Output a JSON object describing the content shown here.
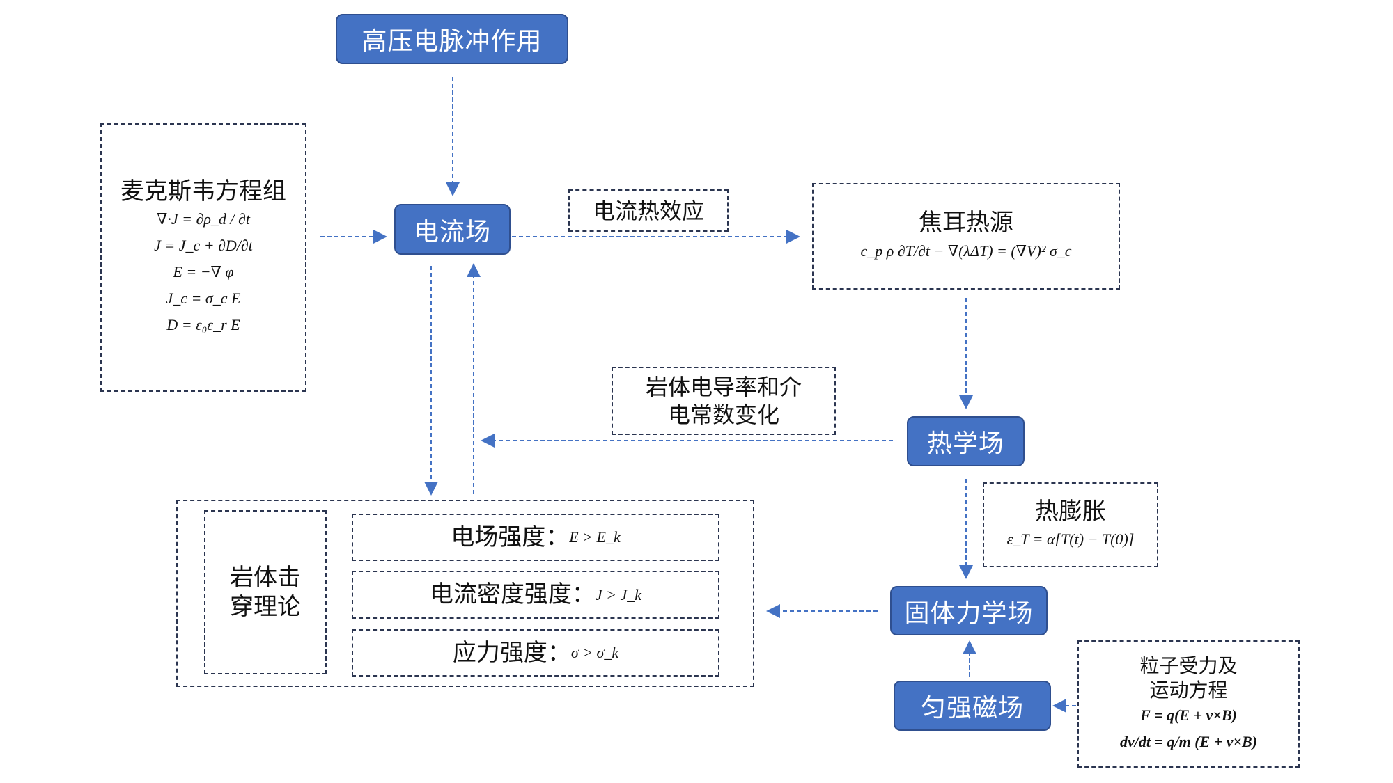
{
  "nodes": {
    "pulse": "高压电脉冲作用",
    "current_field": "电流场",
    "thermal_field": "热学场",
    "solid_field": "固体力学场",
    "magnetic_field": "匀强磁场"
  },
  "maxwell": {
    "title": "麦克斯韦方程组",
    "equations": [
      "∇·J = ∂ρ_d / ∂t",
      "J = J_c + ∂D/∂t",
      "E = −∇ φ",
      "J_c = σ_c E",
      "D = ε₀ε_r E"
    ]
  },
  "labels": {
    "joule_effect": "电流热效应",
    "conductivity_line1": "岩体电导率和介",
    "conductivity_line2": "电常数变化"
  },
  "joule": {
    "title": "焦耳热源",
    "equation": "c_p ρ ∂T/∂t − ∇(λΔT) = (∇V)² σ_c"
  },
  "expansion": {
    "title": "热膨胀",
    "equation": "ε_T = α[T(t) − T(0)]"
  },
  "particle": {
    "title_line1": "粒子受力及",
    "title_line2": "运动方程",
    "eq1": "F = q(E + v×B)",
    "eq2": "dv/dt = q/m (E + v×B)"
  },
  "breakdown": {
    "title_line1": "岩体击",
    "title_line2": "穿理论",
    "rows": [
      {
        "label": "电场强度：",
        "condition": "E > E_k"
      },
      {
        "label": "电流密度强度：",
        "condition": "J > J_k"
      },
      {
        "label": "应力强度：",
        "condition": "σ > σ_k"
      }
    ]
  },
  "colors": {
    "node_fill": "#4472c4",
    "arrow": "#4472c4",
    "dash_border": "#2b3550"
  }
}
